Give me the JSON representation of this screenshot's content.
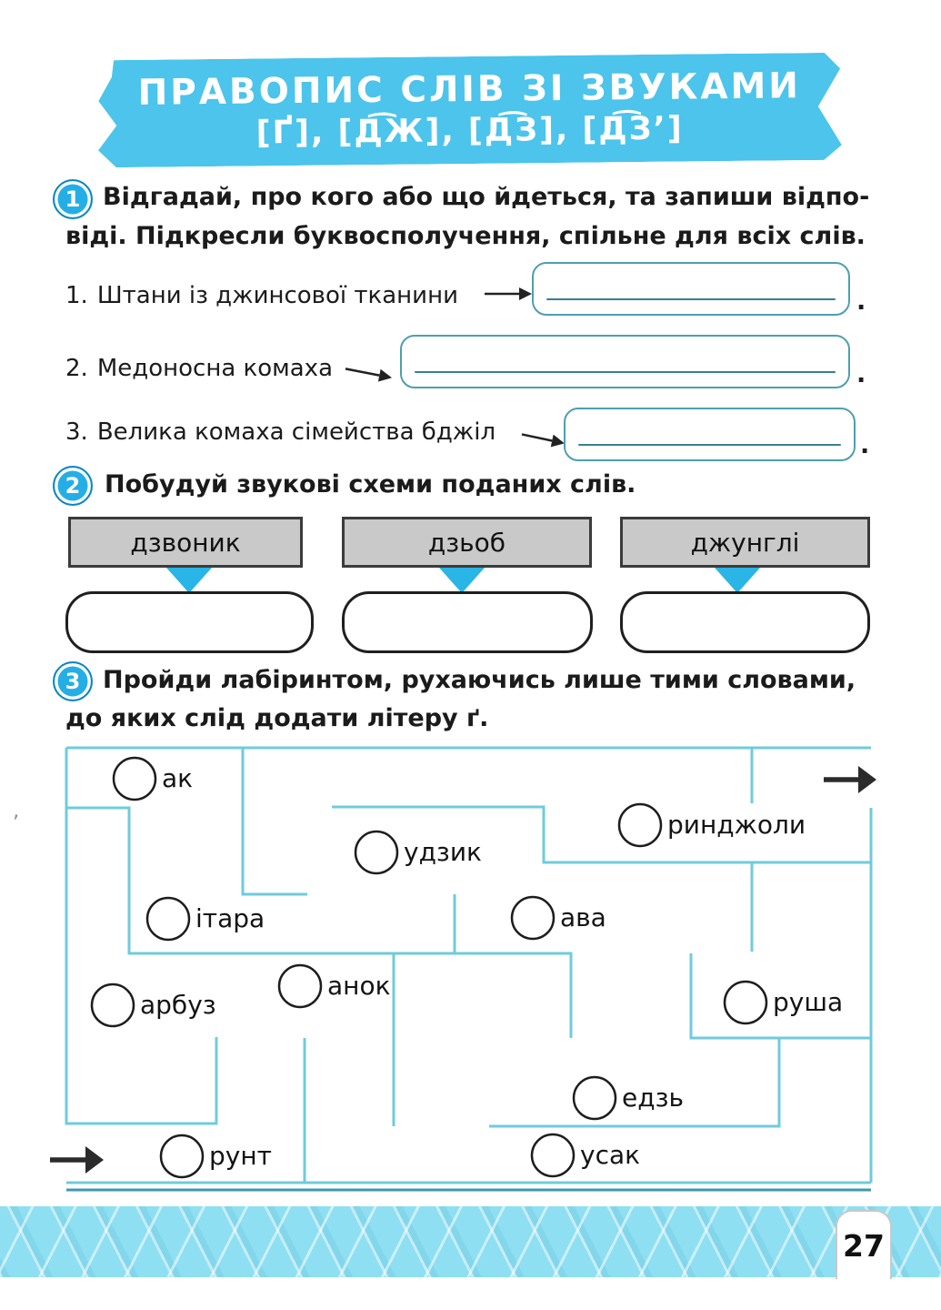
{
  "header": {
    "line1": "ПРАВОПИС СЛІВ ЗІ ЗВУКАМИ",
    "line2": "[Ґ], [Д͡Ж], [Д͡З], [Д͡З’]"
  },
  "task1": {
    "number": "1",
    "instruction_line1": "Відгадай, про кого або що йдеться, та запиши відпо-",
    "instruction_line2": "віді. Підкресли буквосполучення, спільне для всіх слів.",
    "items": [
      {
        "num": "1.",
        "text": "Штани із джинсової тканини",
        "after_box": "."
      },
      {
        "num": "2.",
        "text": "Медоносна комаха",
        "after_box": "."
      },
      {
        "num": "3.",
        "text": "Велика комаха сімейства бджіл",
        "after_box": "."
      }
    ]
  },
  "task2": {
    "number": "2",
    "instruction": "Побудуй звукові схеми поданих слів.",
    "words": [
      "дзвоник",
      "дзьоб",
      "джунглі"
    ]
  },
  "task3": {
    "number": "3",
    "instruction_line1": "Пройди лабіринтом, рухаючись лише тими словами,",
    "instruction_line2": "до яких слід додати літеру ґ."
  },
  "maze": {
    "words": [
      "ак",
      "удзик",
      "ринджоли",
      "ітара",
      "ава",
      "анок",
      "арбуз",
      "руша",
      "едзь",
      "рунт",
      "усак"
    ]
  },
  "footer": {
    "page_number": "27"
  },
  "colors": {
    "banner": "#4cc4ec",
    "task_circle": "#25aee6",
    "maze_wall": "#6fcbdd",
    "maze_wall_dark": "#3e97ad",
    "answer_box_border": "#4d9fae",
    "answer_line": "#37808f",
    "gray_box_fill": "#c9c9c9",
    "triangle": "#29b5e5",
    "band": "#8edff2"
  }
}
